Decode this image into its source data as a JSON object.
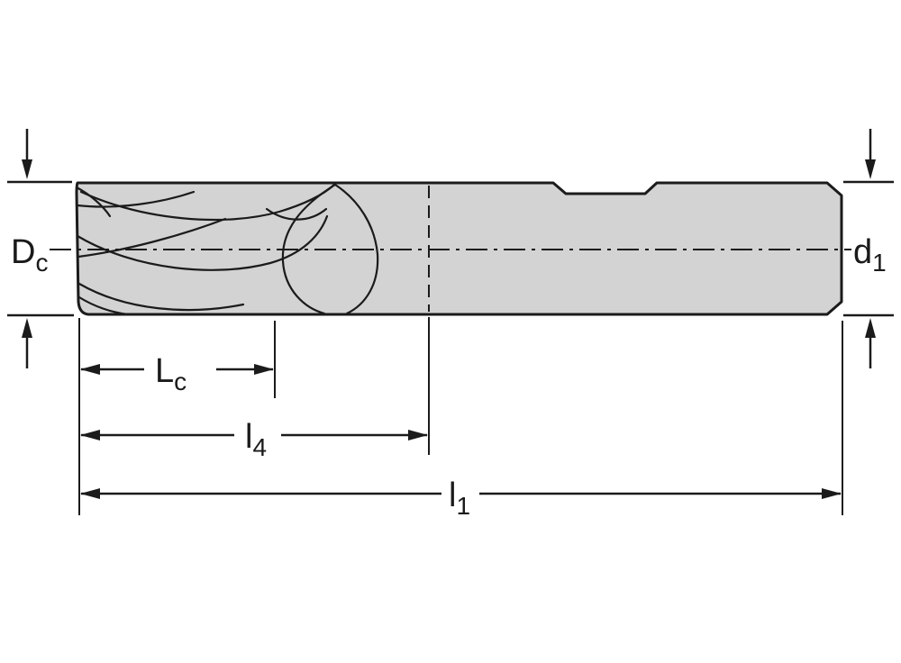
{
  "diagram": {
    "title": "end-mill-dimension-drawing",
    "labels": {
      "Dc": {
        "main": "D",
        "sub": "c"
      },
      "d1": {
        "main": "d",
        "sub": "1"
      },
      "Lc": {
        "main": "L",
        "sub": "c"
      },
      "l4": {
        "main": "l",
        "sub": "4"
      },
      "l1": {
        "main": "l",
        "sub": "1"
      }
    },
    "colors": {
      "body_fill": "#d3d3d3",
      "line": "#1b1b1b",
      "background": "#ffffff"
    }
  }
}
